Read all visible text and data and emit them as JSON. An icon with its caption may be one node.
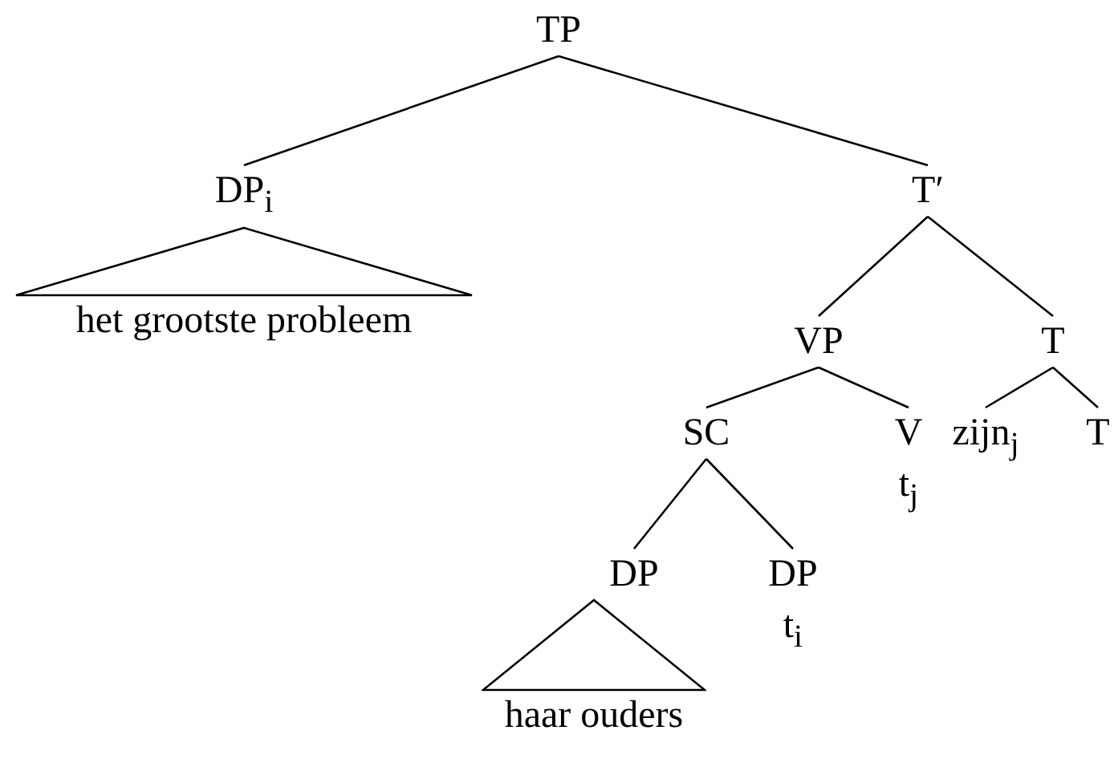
{
  "diagram": {
    "nodes": [
      {
        "text": [
          "TP"
        ]
      },
      {
        "text": [
          "DP$_{i}$"
        ]
      },
      {
        "text": [
          "het grootste probleem"
        ]
      },
      {
        "text": [
          "T′"
        ]
      },
      {
        "text": [
          "VP"
        ]
      },
      {
        "text": [
          "T"
        ]
      },
      {
        "text": [
          "SC"
        ]
      },
      {
        "text": [
          "V",
          "t$_{j}$"
        ]
      },
      {
        "text": [
          "zijn$_{j}$"
        ]
      },
      {
        "text": [
          "T"
        ]
      },
      {
        "text": [
          "DP"
        ]
      },
      {
        "text": [
          "DP",
          "t$_{i}$"
        ]
      },
      {
        "text": [
          "haar ouders"
        ]
      }
    ],
    "edges": [
      {
        "from": 0,
        "to": 1,
        "arrow": "none"
      },
      {
        "from": 0,
        "to": 3,
        "arrow": "none"
      },
      {
        "from": 3,
        "to": 4,
        "arrow": "none"
      },
      {
        "from": 3,
        "to": 5,
        "arrow": "none"
      },
      {
        "from": 4,
        "to": 6,
        "arrow": "none"
      },
      {
        "from": 4,
        "to": 7,
        "arrow": "none"
      },
      {
        "from": 5,
        "to": 8,
        "arrow": "none"
      },
      {
        "from": 5,
        "to": 9,
        "arrow": "none"
      },
      {
        "from": 6,
        "to": 10,
        "arrow": "none"
      },
      {
        "from": 6,
        "to": 11,
        "arrow": "none"
      }
    ]
  }
}
